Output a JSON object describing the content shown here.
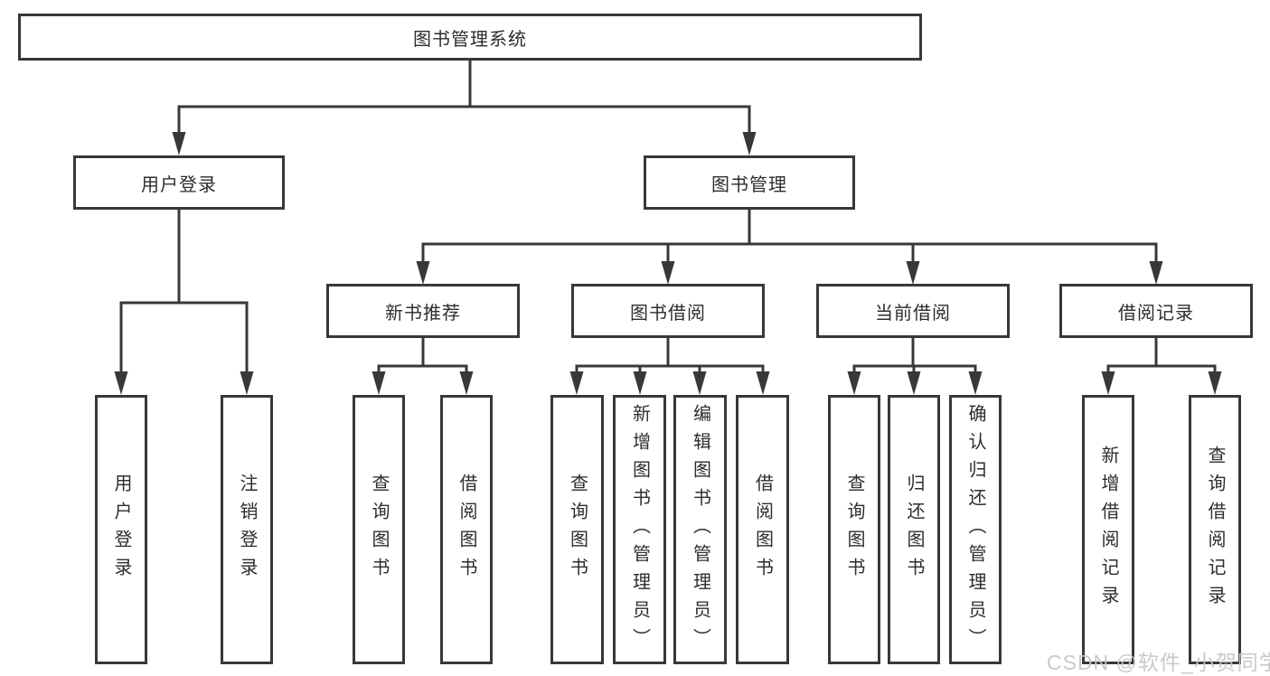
{
  "diagram_title": "图书管理系统",
  "tree": {
    "root": {
      "label": "图书管理系统"
    },
    "children": [
      {
        "label": "用户登录",
        "children": [
          {
            "label": "用户登录"
          },
          {
            "label": "注销登录"
          }
        ]
      },
      {
        "label": "图书管理",
        "children": [
          {
            "label": "新书推荐",
            "children": [
              {
                "label": "查询图书"
              },
              {
                "label": "借阅图书"
              }
            ]
          },
          {
            "label": "图书借阅",
            "children": [
              {
                "label": "查询图书"
              },
              {
                "label": "新增图书（管理员）"
              },
              {
                "label": "编辑图书（管理员）"
              },
              {
                "label": "借阅图书"
              }
            ]
          },
          {
            "label": "当前借阅",
            "children": [
              {
                "label": "查询图书"
              },
              {
                "label": "归还图书"
              },
              {
                "label": "确认归还（管理员）"
              }
            ]
          },
          {
            "label": "借阅记录",
            "children": [
              {
                "label": "新增借阅记录"
              },
              {
                "label": "查询借阅记录"
              }
            ]
          }
        ]
      }
    ]
  },
  "watermark": {
    "text": "CSDN @软件_小贺同学"
  },
  "colors": {
    "line": "#383838",
    "box_border": "#383838",
    "text": "#2d2d2d",
    "watermark": "#c6c6c6",
    "background": "#ffffff"
  }
}
